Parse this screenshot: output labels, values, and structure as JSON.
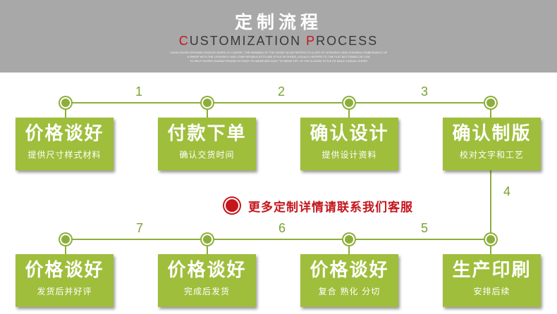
{
  "header": {
    "title": "定制流程",
    "subtitle_c": "C",
    "subtitle_rest1": "USTOMIZATION ",
    "subtitle_p": "P",
    "subtitle_rest2": "ROCESS",
    "desc_lines": [
      "LOKIN SHOES ORIGINAL ENGLISH WORD IS 'LOAFER', THE MEANING OF THE WORD 'SLUM' REFERS TO A LIFE OF LEISURELY AND LEISURELY EMBLEMATIC OF",
      "A SHEEP WITH THE LEISURELY AND COMFORTABLE ATTITUDE STYLE IN SHOES, USUALLY REFERS TO THE FLAT BOTTOMED OR LOW",
      "TO HELP SHOES CHARACTERIZED BY EASY TO WEAR AND EASY TO WEAR OFF, IS THE CLASSIC STYLE OF MALE CASUAL SHOES"
    ]
  },
  "steps": [
    {
      "title": "价格谈好",
      "desc": "提供尺寸样式材料"
    },
    {
      "title": "付款下单",
      "desc": "确认交货时间"
    },
    {
      "title": "确认设计",
      "desc": "提供设计资料"
    },
    {
      "title": "确认制版",
      "desc": "校对文字和工艺"
    },
    {
      "title": "价格谈好",
      "desc": "发货后并好评"
    },
    {
      "title": "价格谈好",
      "desc": "完成后发货"
    },
    {
      "title": "价格谈好",
      "desc": "复合  熟化  分切"
    },
    {
      "title": "生产印刷",
      "desc": "安排后续"
    }
  ],
  "numbers": [
    "1",
    "2",
    "3",
    "4",
    "5",
    "6",
    "7"
  ],
  "note": "更多定制详情请联系我们客服",
  "colors": {
    "accent": "#9fbe3c",
    "line": "#8dae3a",
    "red": "#c4161c",
    "header": "#a7a8a7"
  }
}
